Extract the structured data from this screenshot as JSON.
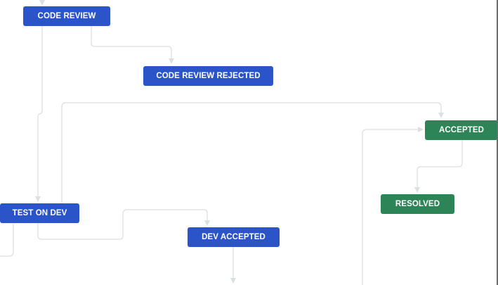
{
  "workflow": {
    "statuses": [
      {
        "id": "code_review",
        "label": "CODE REVIEW",
        "category": "in-progress",
        "color": "#2a54c8"
      },
      {
        "id": "code_review_rejected",
        "label": "CODE REVIEW REJECTED",
        "category": "in-progress",
        "color": "#2a54c8"
      },
      {
        "id": "accepted",
        "label": "ACCEPTED",
        "category": "done",
        "color": "#2d8457"
      },
      {
        "id": "resolved",
        "label": "RESOLVED",
        "category": "done",
        "color": "#2d8457"
      },
      {
        "id": "test_on_dev",
        "label": "TEST ON DEV",
        "category": "in-progress",
        "color": "#2a54c8"
      },
      {
        "id": "dev_accepted",
        "label": "DEV ACCEPTED",
        "category": "in-progress",
        "color": "#2a54c8"
      }
    ],
    "transitions": [
      {
        "from": "code_review",
        "to": "code_review_rejected"
      },
      {
        "from": "code_review",
        "to": "test_on_dev"
      },
      {
        "from": "test_on_dev",
        "to": "accepted"
      },
      {
        "from": "test_on_dev",
        "to": "dev_accepted"
      },
      {
        "from": "accepted",
        "to": "resolved"
      }
    ],
    "connector_color": "#dcdfe4"
  }
}
